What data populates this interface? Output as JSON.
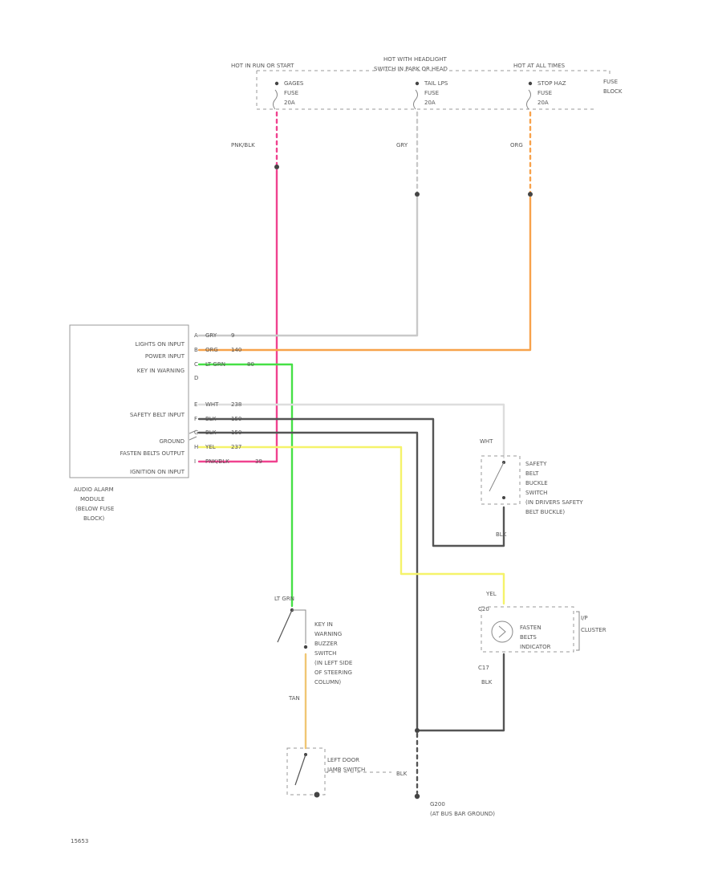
{
  "colors": {
    "pnk_blk": "#f0428f",
    "gry": "#c9c9c9",
    "org": "#f7a24b",
    "lt_grn": "#46e046",
    "yel": "#f5f36a",
    "wht": "#dddddd",
    "blk": "#555555",
    "tan": "#f0c674"
  },
  "power_rail": {
    "hot_run_start": "HOT IN RUN OR START",
    "hot_headlight": "HOT WITH HEADLIGHT",
    "hot_headlight_sub": "SWITCH IN PARK OR HEAD",
    "hot_always": "HOT AT ALL TIMES",
    "fuse_block": "FUSE",
    "fuse_block_sub": "BLOCK",
    "fuses": [
      {
        "name": "GAGES",
        "type": "FUSE",
        "rating": "20A",
        "wire": "PNK/BLK"
      },
      {
        "name": "TAIL LPS",
        "type": "FUSE",
        "rating": "20A",
        "wire": "GRY"
      },
      {
        "name": "STOP HAZ",
        "type": "FUSE",
        "rating": "20A",
        "wire": "ORG"
      }
    ]
  },
  "module": {
    "inputs": [
      {
        "label": "LIGHTS ON INPUT",
        "pin": "A",
        "wire": "GRY",
        "circuit": "9"
      },
      {
        "label": "POWER INPUT",
        "pin": "B",
        "wire": "ORG",
        "circuit": "140"
      },
      {
        "label": "KEY IN WARNING",
        "pin": "C",
        "wire": "LT GRN",
        "circuit": "80"
      },
      {
        "label": "",
        "pin": "D",
        "wire": "",
        "circuit": ""
      },
      {
        "label": "SAFETY BELT INPUT",
        "pin": "E",
        "wire": "WHT",
        "circuit": "238"
      },
      {
        "label": "GROUND",
        "pin": "F",
        "wire": "BLK",
        "circuit": "150"
      },
      {
        "label": "FASTEN BELTS OUTPUT",
        "pin": "G",
        "wire": "BLK",
        "circuit": "150"
      },
      {
        "label": "IGNITION ON INPUT",
        "pin": "H",
        "wire": "YEL",
        "circuit": "237"
      },
      {
        "label": "",
        "pin": "I",
        "wire": "PNK/BLK",
        "circuit": "39"
      }
    ],
    "caption": [
      "AUDIO ALARM",
      "MODULE",
      "(BELOW FUSE",
      "BLOCK)"
    ]
  },
  "seatbelt_switch": {
    "wire_in": "WHT",
    "wire_out": "BLK",
    "label": [
      "SAFETY",
      "BELT",
      "BUCKLE",
      "SWITCH",
      "(IN DRIVERS SAFETY",
      "BELT BUCKLE)"
    ]
  },
  "indicator": {
    "wire_in": "YEL",
    "pin_in": "C20",
    "pin_out": "C17",
    "wire_out": "BLK",
    "label": [
      "FASTEN",
      "BELTS",
      "INDICATOR"
    ],
    "cluster": [
      "I/P",
      "CLUSTER"
    ]
  },
  "keyin_switch": {
    "wire_in": "LT GRN",
    "wire_out": "TAN",
    "label": [
      "KEY IN",
      "WARNING",
      "BUZZER",
      "SWITCH",
      "(IN LEFT SIDE",
      "OF STEERING",
      "COLUMN)"
    ]
  },
  "door_switch": {
    "label": [
      "LEFT DOOR",
      "JAMB SWITCH"
    ],
    "wire_out": "BLK"
  },
  "ground": {
    "name": "G200",
    "location": "(AT BUS BAR GROUND)"
  },
  "footer": "15653"
}
